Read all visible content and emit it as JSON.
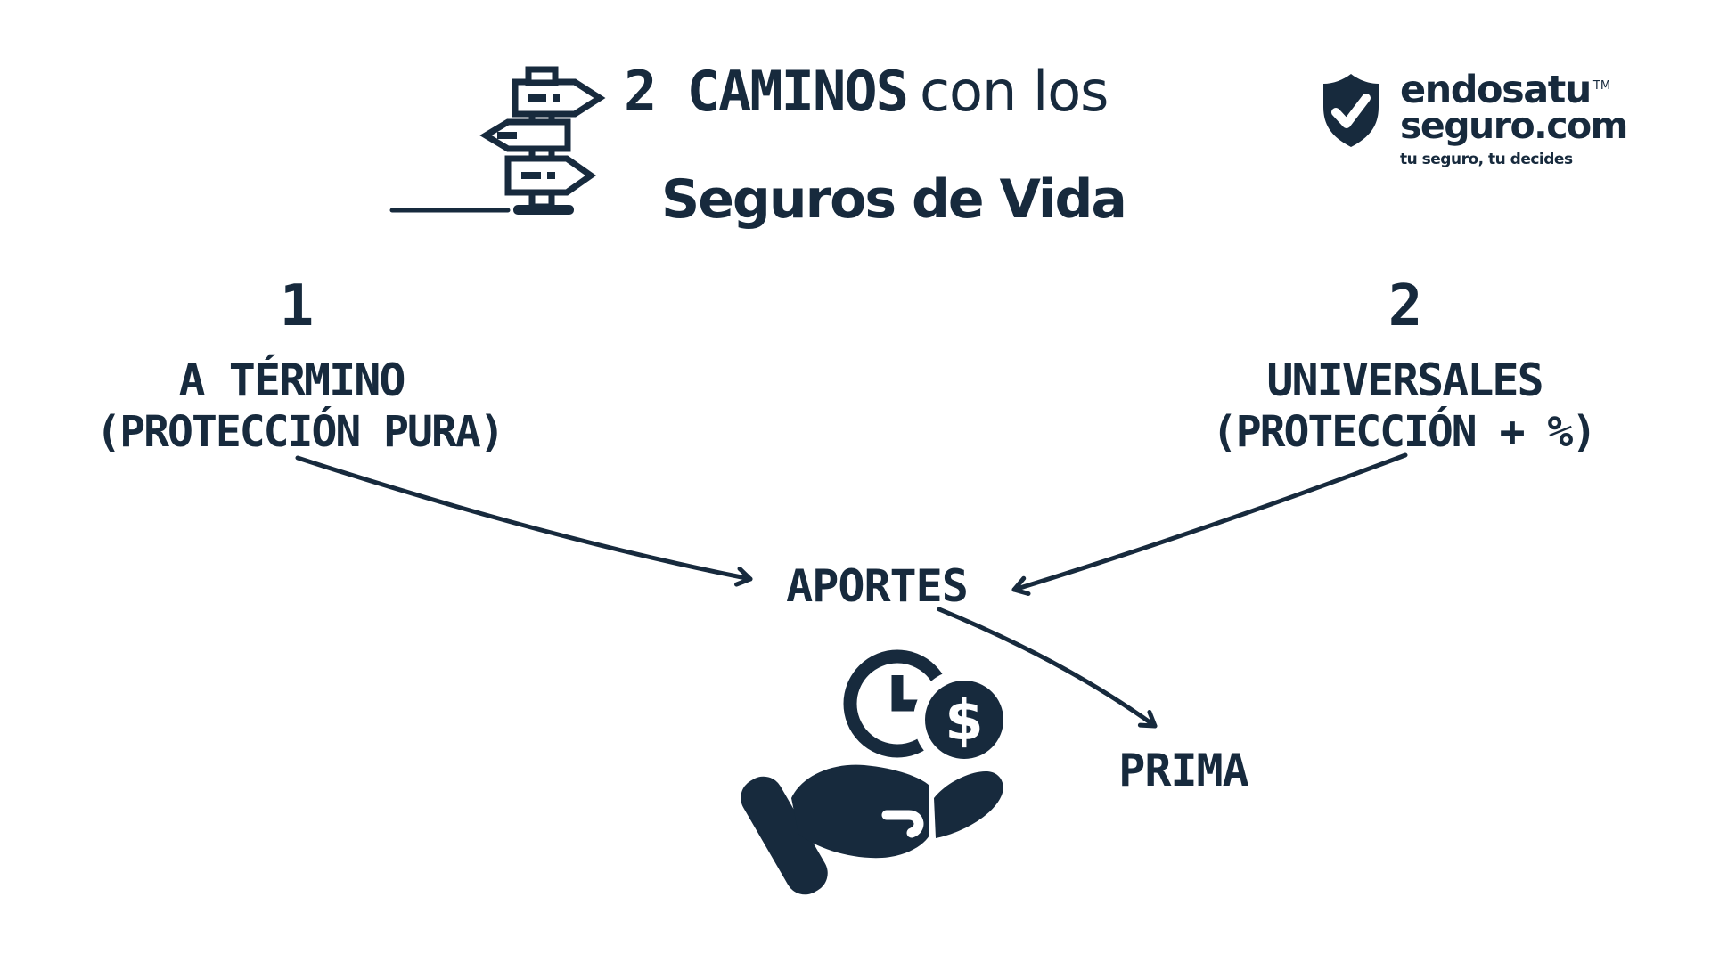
{
  "colors": {
    "ink": "#172a3d",
    "background": "#ffffff"
  },
  "header": {
    "title_bold": "2 CAMINOS",
    "title_regular": "con los",
    "subtitle": "Seguros de Vida"
  },
  "logo": {
    "name_top": "endosatu",
    "trademark": "TM",
    "name_bottom": "seguro.com",
    "tagline": "tu seguro, tu decides"
  },
  "options": [
    {
      "number": "1",
      "title": "A TÉRMINO",
      "subtitle": "(PROTECCIÓN PURA)"
    },
    {
      "number": "2",
      "title": "UNIVERSALES",
      "subtitle": "(PROTECCIÓN + %)"
    }
  ],
  "flow": {
    "center_label": "APORTES",
    "result_label": "PRIMA",
    "coin_symbol": "$"
  }
}
